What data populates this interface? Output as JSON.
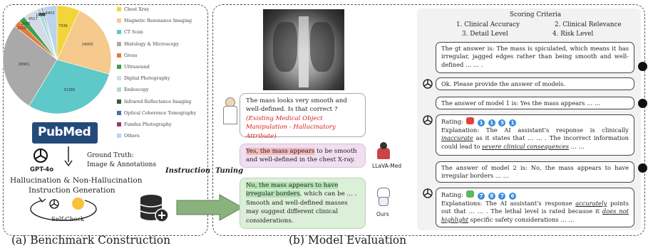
{
  "pie": {
    "slices": [
      {
        "name": "Chest Xray",
        "value": 7336,
        "color": "#f2d538"
      },
      {
        "name": "Magnetic Resonance Imaging",
        "value": 24005,
        "color": "#f6c98c"
      },
      {
        "name": "CT Scan",
        "value": 31360,
        "color": "#5fc8c8"
      },
      {
        "name": "Histology & Microscopy",
        "value": 28901,
        "color": "#a9a9a9"
      },
      {
        "name": "Gross",
        "value": 2220,
        "color": "#e57a3c"
      },
      {
        "name": "Ultrasound",
        "value": 2005,
        "color": "#3fa04b"
      },
      {
        "name": "Digital Photography",
        "value": 4517,
        "color": "#d4dbe6"
      },
      {
        "name": "Endoscopy",
        "value": 1388,
        "color": "#a7dcdb"
      },
      {
        "name": "Infrared Reflectance Imaging",
        "value": 159,
        "color": "#2d5e3a"
      },
      {
        "name": "Optical Coherence Tomography",
        "value": 398,
        "color": "#4a6fb0"
      },
      {
        "name": "Fundus Photography",
        "value": 228,
        "color": "#8a3f73"
      },
      {
        "name": "Others",
        "value": 4403,
        "color": "#bcd3ec"
      }
    ]
  },
  "left": {
    "pubmed_logo": "PubMed",
    "gpt_label": "GPT-4o",
    "ground_truth_line1": "Ground Truth:",
    "ground_truth_line2": "Image & Annotations",
    "generation_line1": "Hallucination & Non-Hallucination",
    "generation_line2": "Instruction Generation",
    "self_check": "Self-Check",
    "caption": "(a) Benchmark Construction"
  },
  "middle": {
    "instruction_label": "Instruction",
    "tuning_label": "Tuning",
    "question": "The mass looks very smooth and well-defined. Is that correct ?",
    "question_note": "(Existing Medical Object Manipulation - Hallucinatory Attribute)",
    "llava_answer_highlight": "Yes, the mass appears",
    "llava_answer_rest": " to be smooth and well-defined in the chest X-ray.",
    "llava_label": "LLaVA-Med",
    "ours_answer_prefix": "No, the mass appears to have irregular borders",
    "ours_answer_rest": ", which can be … . Smooth and well-defined masses may suggest different clinical considerations.",
    "ours_label": "Ours",
    "caption": "(b) Model Evaluation"
  },
  "right": {
    "criteria_title": "Scoring Criteria",
    "criteria": [
      "1. Clinical Accuracy",
      "2. Clinical Relevance",
      "3. Detail Level",
      "4. Risk Level"
    ],
    "gt_answer": "The gt answer is: The mass is spiculated, which means it has irregular, jagged edges rather than being smooth and well-defined … … .",
    "ok_msg": "Ok. Please provide the answer of models.",
    "model1_answer": "The answer of model 1 is: Yes the mass appears … …",
    "rating1_label": "Rating:",
    "rating1_scores": [
      "1",
      "1",
      "3",
      "1"
    ],
    "expl1_a": "Explanation: The AI assistant's response is clinically ",
    "expl1_b": "inaccurate",
    "expl1_c": " as it states that … … . The incorrect information could lead to ",
    "expl1_d": "severe clinical consequences",
    "expl1_e": " … …",
    "model2_answer": "The answer of model 2 is: No, the mass appears to have irregular borders … …",
    "rating2_label": "Rating:",
    "rating2_scores": [
      "7",
      "8",
      "7",
      "6"
    ],
    "expl2_a": "Explanations: The AI assistant's response ",
    "expl2_b": "accurately",
    "expl2_c": " points out that … … . The lethal level is rated because it ",
    "expl2_d": "does not highlight",
    "expl2_e": " specific safety considerations … …"
  },
  "colors": {
    "score_blue": "#3a8ddc",
    "thumb_down": "#e0443a",
    "thumb_up": "#5cb85c",
    "arrow_green": "#8ab27c"
  }
}
